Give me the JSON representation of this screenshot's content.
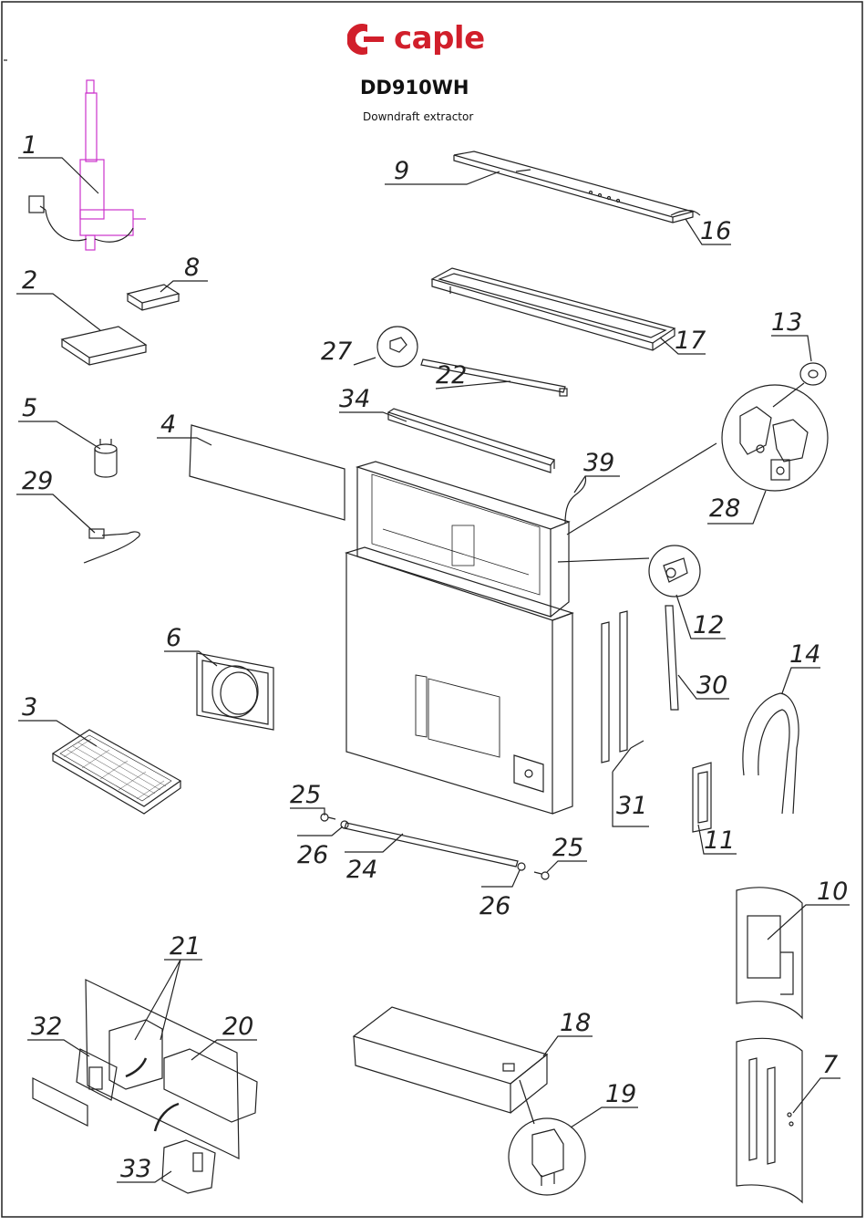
{
  "header": {
    "brand": "caple",
    "model": "DD910WH",
    "subtitle": "Downdraft extractor",
    "brand_color": "#d11f2b"
  },
  "callouts": [
    "1",
    "2",
    "3",
    "4",
    "5",
    "6",
    "7",
    "8",
    "9",
    "10",
    "11",
    "12",
    "13",
    "14",
    "16",
    "17",
    "18",
    "19",
    "20",
    "21",
    "22",
    "24",
    "25",
    "25",
    "26",
    "26",
    "27",
    "28",
    "29",
    "30",
    "31",
    "32",
    "33",
    "34",
    "39"
  ]
}
